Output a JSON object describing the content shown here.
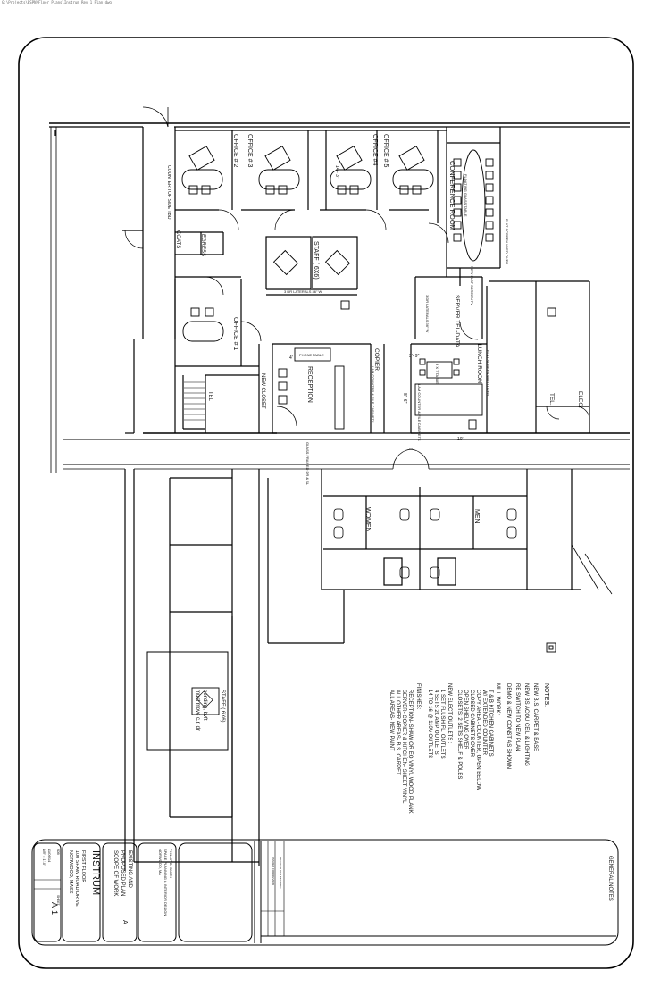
{
  "header": {
    "path_text": "G:\\Projects\\ESPN\\Floor Plans\\Instrum Rev 1 Plan.dwg"
  },
  "rooms": {
    "office2": "OFFICE # 2",
    "office3": "OFFICE # 3",
    "office4": "OFFICE #4",
    "office5": "OFFICE # 5",
    "conference": "CONFERENCE ROOM",
    "staff": "STAFF ( 6X6)",
    "egress": "EGRESS",
    "coats": "COATS",
    "office1": "OFFICE # 1",
    "new_closet": "NEW CLOSET",
    "reception": "RECEPTION",
    "copier": "COPIER",
    "server": "SERVER TEL-DATA",
    "lunch": "LUNCH ROOM",
    "tel": "TEL.",
    "elec": "ELEC.",
    "women": "WOMEN",
    "men": "MEN",
    "tel2": "TEL"
  },
  "annotations": {
    "counter": "COUNTER TOP SIDE TBD",
    "dim_14": "14 - 3\"",
    "lateral": "3 DR LATERALS 36\" W",
    "lateral2": "3 DR LATERALS 36\" W",
    "phone_table": "PHONE TABLE",
    "dim_4": "4'",
    "dim_39": "3'- 9\"",
    "dim_10": "10'",
    "dim_86": "8'- 6\"",
    "glass": "GLASS FRAMED DR & SL",
    "flat_screen": "FLAT SCREEN W/ED OVER",
    "flat_screen2": "FLAT SCREEN W/ED OVER",
    "conf_table": "FLOATING GLASS TABLE",
    "new_flat": "NEW FLAT SCREEN TV",
    "lam_counter": "LAM COUNTER & FILE CABINETS",
    "lam_counter2": "LAM COUNTER & FILE CABINETS",
    "cart": "3 X 7 TABLE"
  },
  "inset": {
    "staff": "STAFF ( 6X6)",
    "note1": "pending, bvft",
    "note2": "must move c.r. dr"
  },
  "notes": {
    "title": "NOTES:",
    "lines": [
      "NEW B.S. CARPET & BASE",
      "NEW BS ACOU CEIL & LIGHTING",
      "RE SWITCH TO NEW PLAN",
      "DEMO & NEW CONST AS SHOWN",
      "MILL WORK:",
      "T & B KITCHEN CABINETS",
      "W/ EXTENDED COUNTER",
      "COPY AREA - COUNTER, OPEN BELOW",
      "CLOSED CABINETS OVER",
      "OPEN SHELVING OVER",
      "CLOSETS: 2 SETS SHELF & POLES",
      "NEW ELECT OUTLETS :",
      "1 SET FLUSH FL. OUTLETS",
      "4 SETS 20 AMP OUTLETS",
      "14 TO 16 @ 110V OUTLETS",
      "FINISHES:",
      "RECEPTION- SHAW OR EQ VINYL WOOD PLANK",
      "SERVER- COPIER & KITCHEN- SHEET VINYL",
      "ALL OTHER AREAS- B.S. CARPET",
      "ALL AREAS- NEW PAINT"
    ]
  },
  "title_block": {
    "general_notes": "GENERAL NOTES",
    "client": "INSTRUM",
    "addr1": "FIRST FLOOR",
    "addr2": "100 SHAW ROAD DRIVE",
    "addr3": "NORWOOD, MASS",
    "desc1": "EXISTING AND",
    "desc2": "PROPOSED PLAN",
    "desc3": "SCOPE OF WORK",
    "rev_letter": "A",
    "firm1": "PHILLIP B. SMITH",
    "firm2": "SPACE PLANNING & INTERIOR DESIGN",
    "firm3": "NORWOOD, MA",
    "sheet_no": "A-1",
    "date": "11/06/14",
    "scale": "1/8\" = 1'-0\"",
    "job_label": "JOB",
    "sheet_label": "SHEET",
    "rev1": "ISSUED FOR REVIEW",
    "rev2": "REVISED PER MEETING"
  }
}
